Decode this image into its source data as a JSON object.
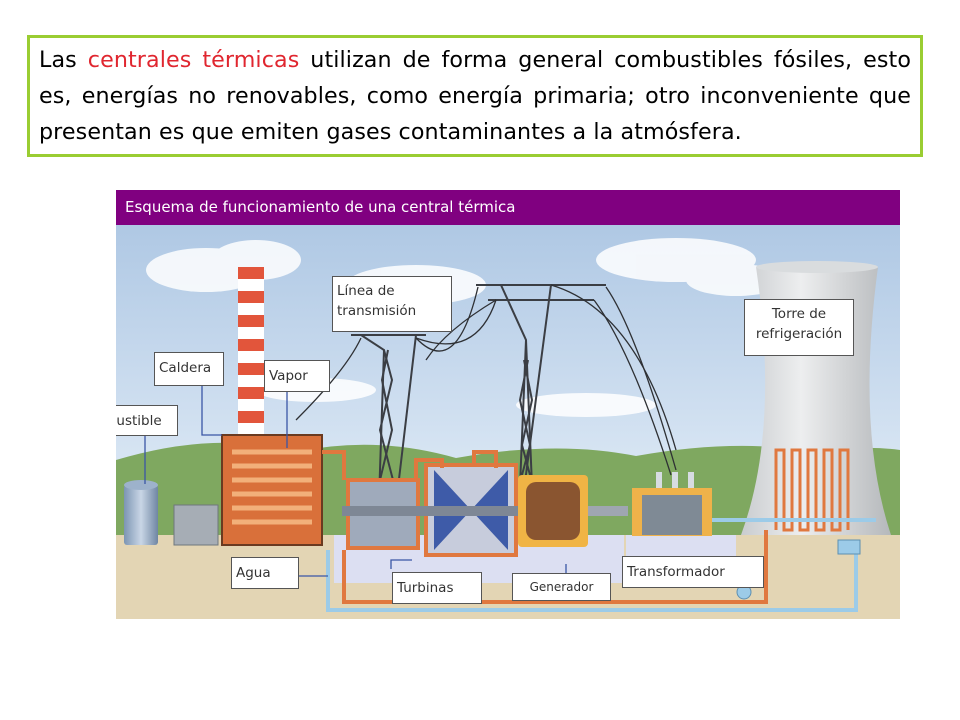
{
  "intro": {
    "before": "Las ",
    "highlight": "centrales térmicas",
    "after": " utilizan de forma general combustibles fósiles, esto es, energías no renovables, como energía primaria; otro inconveniente que presentan es que emiten gases contaminantes a la atmósfera.",
    "highlight_color": "#E0262F",
    "border_color": "#9ACD32"
  },
  "diagram": {
    "title": "Esquema de funcionamiento de una central térmica",
    "header_color": "#800080",
    "labels": {
      "combustible": "Combustible",
      "caldera": "Caldera",
      "vapor": "Vapor",
      "linea": "Línea de transmisión",
      "torre": "Torre de refrigeración",
      "agua": "Agua",
      "turbinas": "Turbinas",
      "generador": "Generador",
      "transformador": "Transformador"
    }
  }
}
